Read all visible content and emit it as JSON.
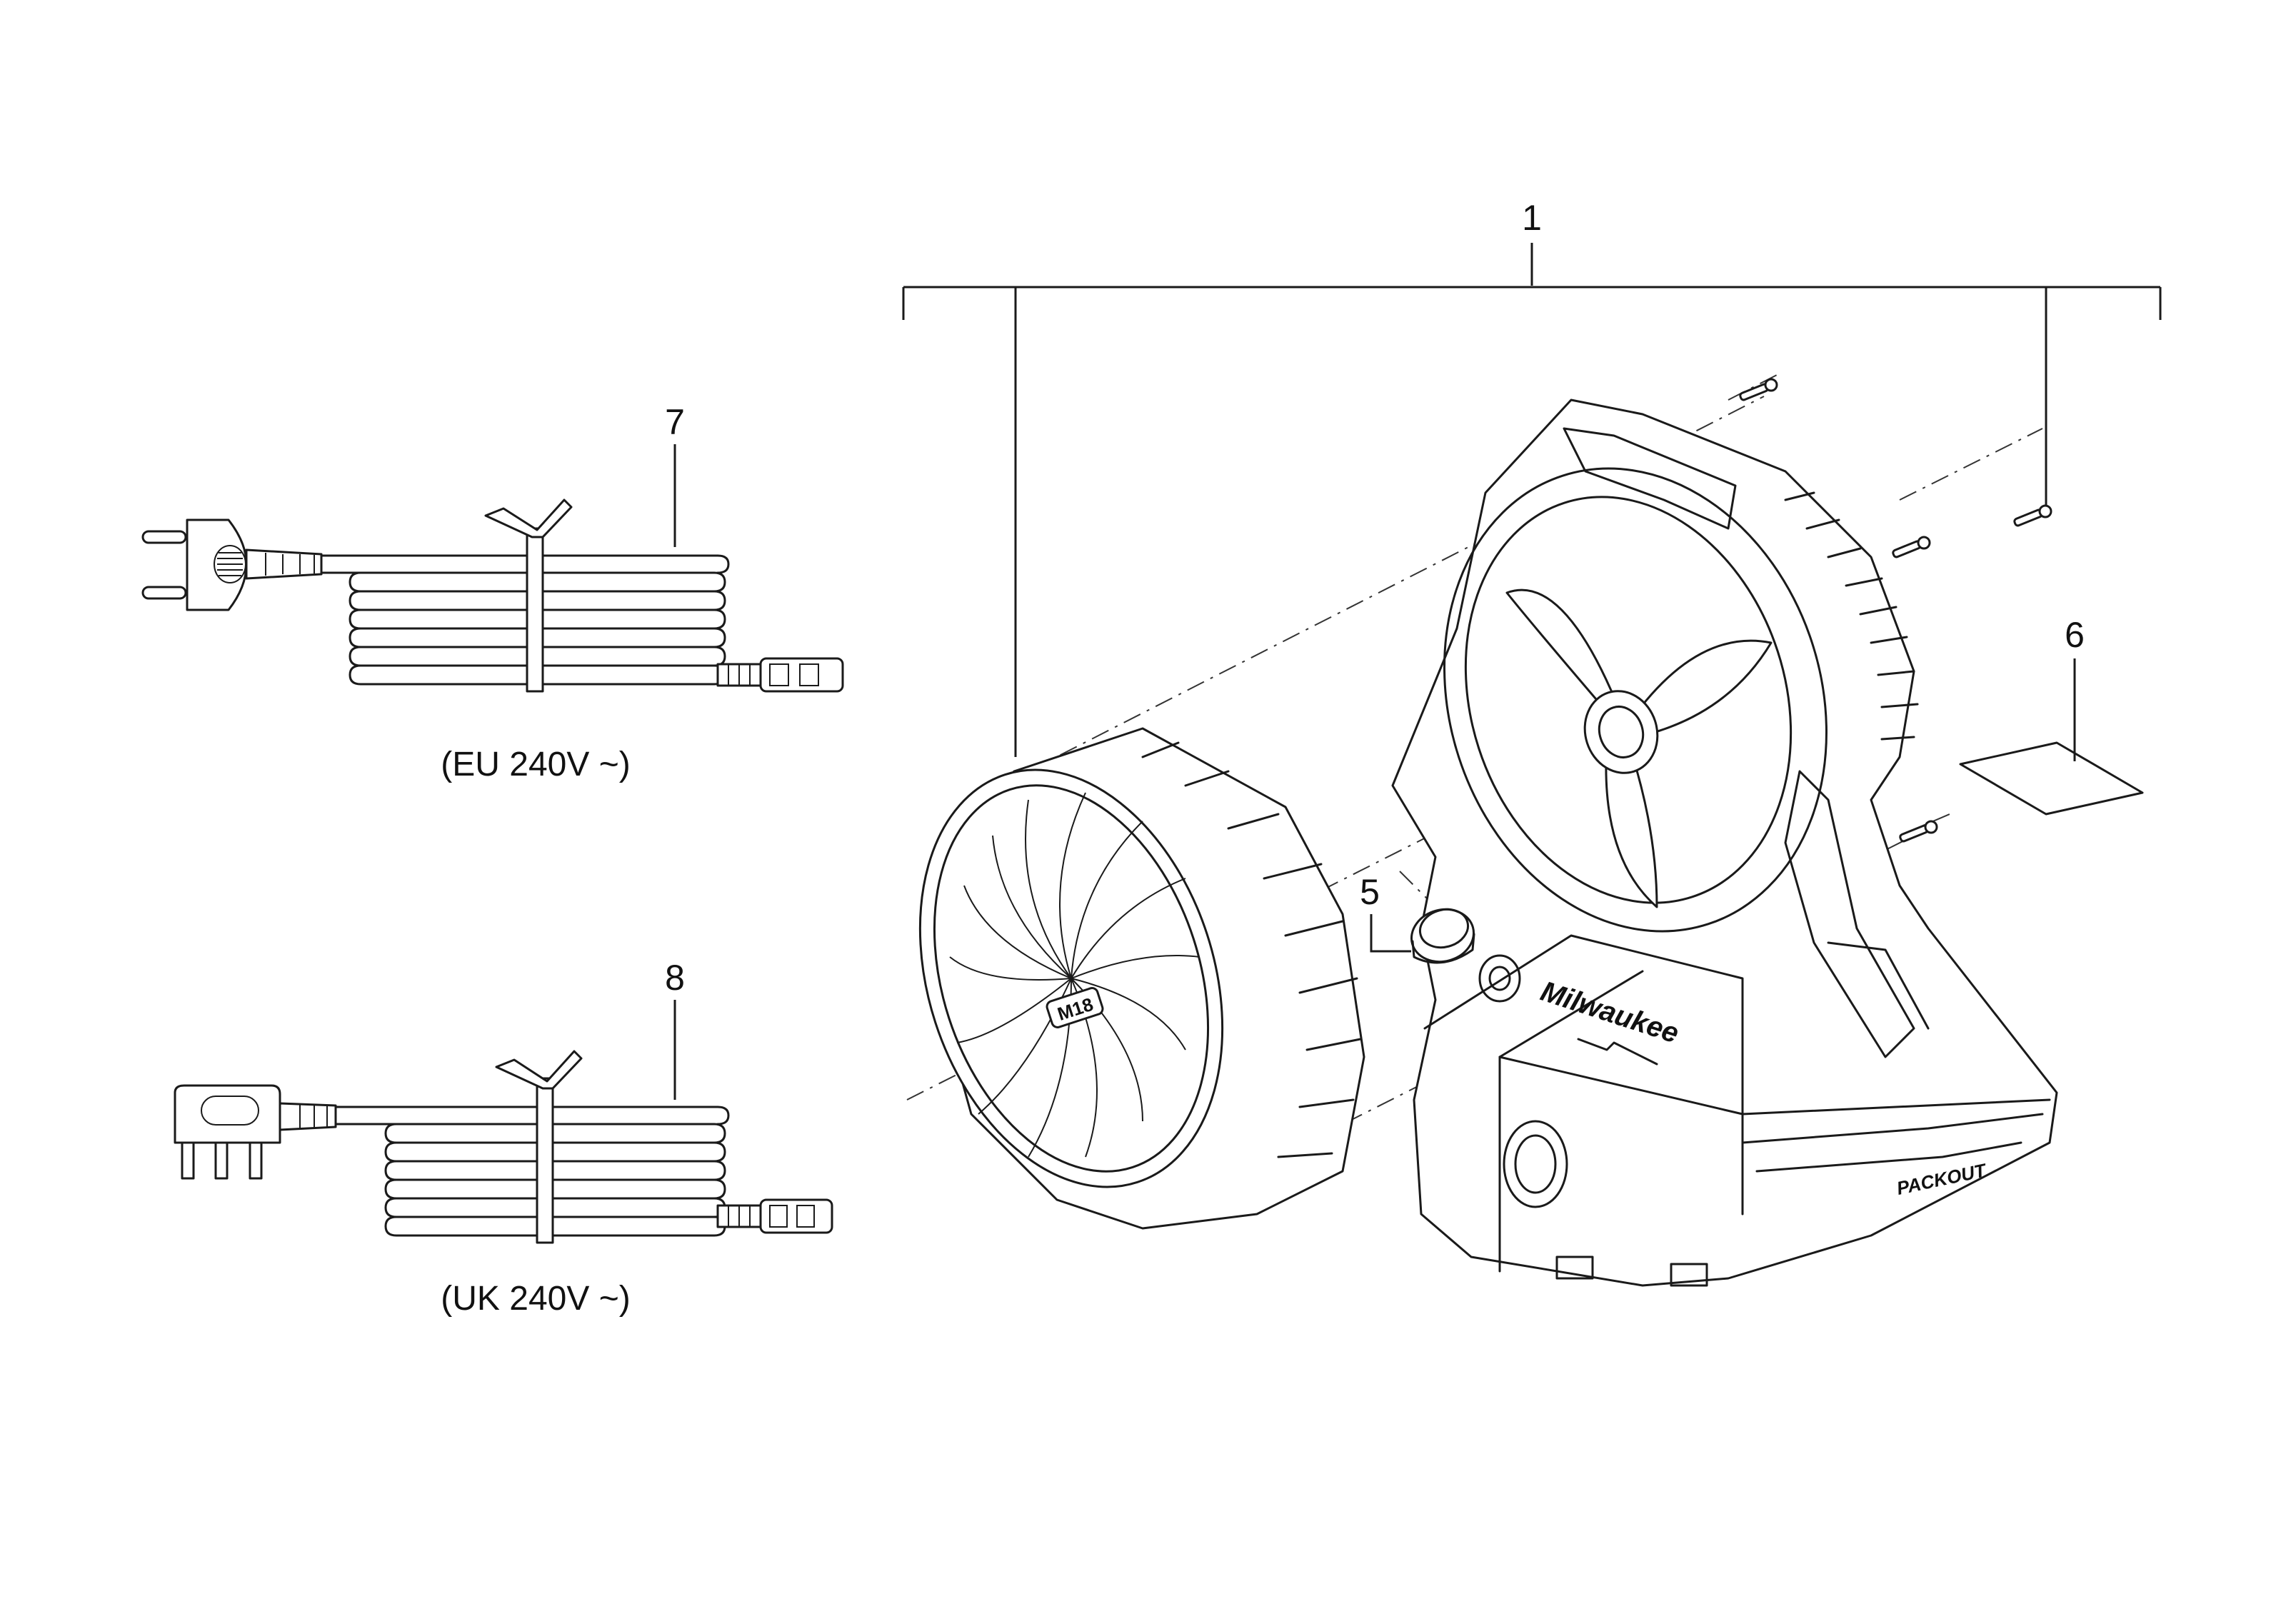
{
  "callouts": {
    "c1": "1",
    "c5": "5",
    "c6": "6",
    "c7": "7",
    "c8": "8"
  },
  "captions": {
    "eu": "(EU 240V ~)",
    "uk": "(UK 240V ~)"
  },
  "markings": {
    "brand": "Milwaukee",
    "line": "PACKOUT",
    "hub": "M18"
  }
}
